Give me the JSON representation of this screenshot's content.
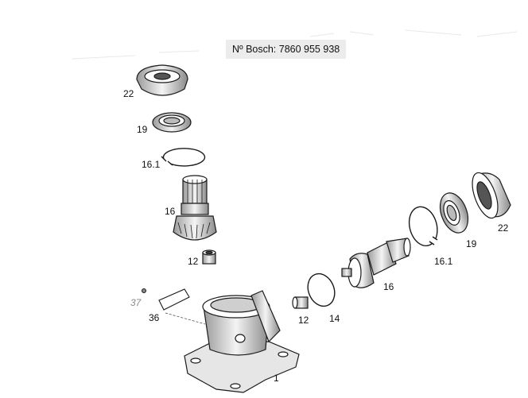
{
  "reference": "Nº Bosch: 7860 955 938",
  "callouts": {
    "c22_left": "22",
    "c19_left": "19",
    "c161_left": "16.1",
    "c16_left": "16",
    "c12_left": "12",
    "c37": "37",
    "c36": "36",
    "c1": "1",
    "c12_mid": "12",
    "c14": "14",
    "c16_right": "16",
    "c161_right": "16.1",
    "c19_right": "19",
    "c22_right": "22"
  },
  "colors": {
    "line": "#1a1a1a",
    "fill": "#ffffff",
    "shade": "#cfcfcf",
    "label_bg": "#ececec"
  }
}
